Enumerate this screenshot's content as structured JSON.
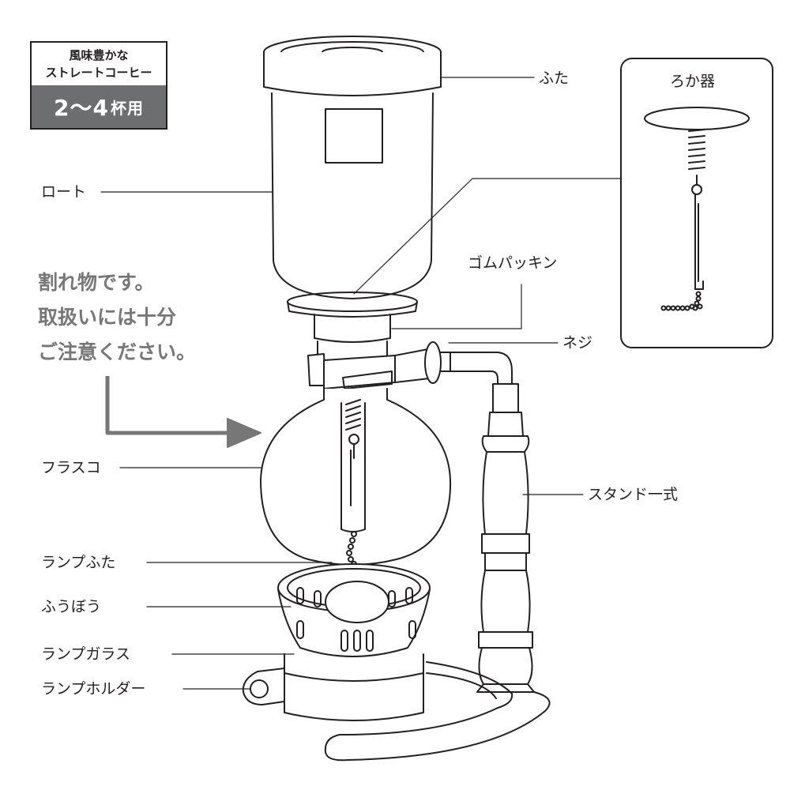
{
  "badge": {
    "line1": "風味豊かな",
    "line2": "ストレートコーヒー",
    "capacity": "2～4",
    "capacity_unit": "杯用"
  },
  "warning": {
    "line1": "割れ物です。",
    "line2": "取扱いには十分",
    "line3": "ご注意ください。"
  },
  "parts": {
    "futa": "ふた",
    "roto": "ロート",
    "gomu": "ゴムパッキン",
    "neji": "ネジ",
    "furasuko": "フラスコ",
    "stand": "スタンド一式",
    "lamp_futa": "ランプふた",
    "fubou": "ふうぼう",
    "lamp_glass": "ランプガラス",
    "lamp_holder": "ランプホルダー"
  },
  "inset": {
    "title": "ろか器"
  },
  "colors": {
    "line": "#231f20",
    "badge_fill": "#6d6e70",
    "warning_text": "#777777",
    "arrow": "#777777"
  }
}
